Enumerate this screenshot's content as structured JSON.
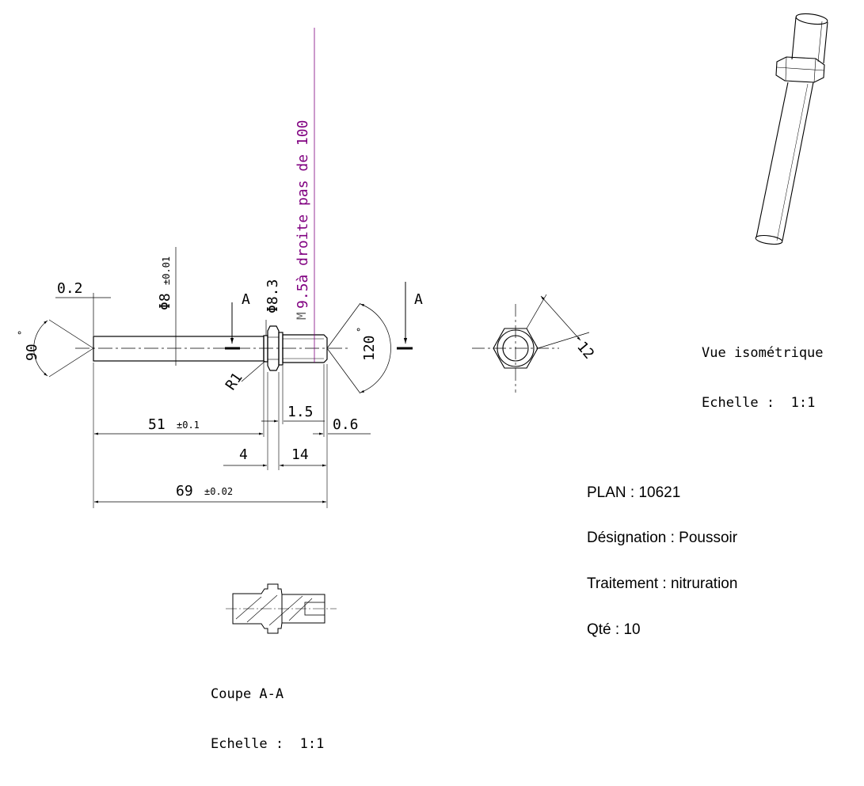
{
  "dims": {
    "d_02": "0.2",
    "d_phi8": "Φ8",
    "d_phi8_tol": "±0.01",
    "d_phi83": "Φ8.3",
    "d_thread_prefix": "M",
    "d_thread": "9.5à droite pas de 100",
    "d_90": "90",
    "d_120": "120",
    "d_r1": "R1",
    "d_51": "51",
    "d_51_tol": "±0.1",
    "d_15": "1.5",
    "d_06": "0.6",
    "d_4": "4",
    "d_14": "14",
    "d_69": "69",
    "d_69_tol": "±0.02",
    "d_12": "12",
    "section_a": "A",
    "deg": "°"
  },
  "views": {
    "iso_title": "Vue isométrique",
    "iso_scale_label": "Echelle :",
    "iso_scale": "1:1",
    "section_title": "Coupe A-A",
    "section_scale_label": "Echelle :",
    "section_scale": "1:1"
  },
  "title_block": {
    "plan": "PLAN : 10621",
    "designation": "Désignation : Poussoir",
    "traitement": "Traitement : nitruration",
    "qte": "Qté : 10"
  },
  "colors": {
    "line": "#000000",
    "thread_note": "#800080",
    "leader": "#555555"
  }
}
